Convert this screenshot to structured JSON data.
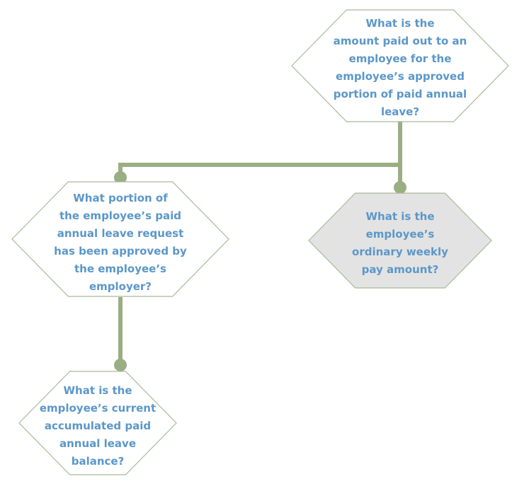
{
  "nodes": [
    {
      "id": "top",
      "lines": [
        "What is the",
        "amount paid out to an",
        "employee for the",
        "employee’s approved",
        "portion of paid annual",
        "leave?"
      ],
      "fill": "#ffffff"
    },
    {
      "id": "left",
      "lines": [
        "What portion of",
        "the employee’s paid",
        "annual leave request",
        "has been approved by",
        "the employee’s",
        "employer?"
      ],
      "fill": "#ffffff"
    },
    {
      "id": "right",
      "lines": [
        "What is the",
        "employee’s",
        "ordinary weekly",
        "pay amount?"
      ],
      "fill": "#e3e3e3"
    },
    {
      "id": "bottom",
      "lines": [
        "What is the",
        "employee’s current",
        "accumulated paid",
        "annual leave",
        "balance?"
      ],
      "fill": "#ffffff"
    }
  ],
  "colors": {
    "connector": "#9aae84",
    "text": "#5b97c9",
    "hex_border": "#a9b999",
    "highlight_fill": "#e3e3e3"
  }
}
